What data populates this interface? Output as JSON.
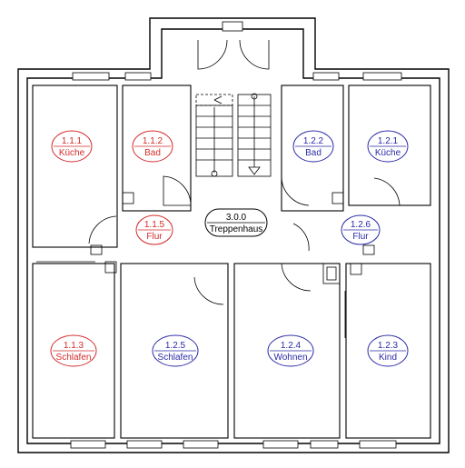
{
  "colors": {
    "apartment_1": "#d42a2a",
    "apartment_2": "#2a2aa8",
    "common": "#000000"
  },
  "rooms": [
    {
      "id": "1.1.1",
      "name": "Küche",
      "group": "apartment_1"
    },
    {
      "id": "1.1.2",
      "name": "Bad",
      "group": "apartment_1"
    },
    {
      "id": "1.1.5",
      "name": "Flur",
      "group": "apartment_1"
    },
    {
      "id": "1.1.3",
      "name": "Schlafen",
      "group": "apartment_1"
    },
    {
      "id": "1.2.2",
      "name": "Bad",
      "group": "apartment_2"
    },
    {
      "id": "1.2.1",
      "name": "Küche",
      "group": "apartment_2"
    },
    {
      "id": "1.2.6",
      "name": "Flur",
      "group": "apartment_2"
    },
    {
      "id": "1.2.5",
      "name": "Schlafen",
      "group": "apartment_2"
    },
    {
      "id": "1.2.4",
      "name": "Wohnen",
      "group": "apartment_2"
    },
    {
      "id": "1.2.3",
      "name": "Kind",
      "group": "apartment_2"
    },
    {
      "id": "3.0.0",
      "name": "Treppenhaus",
      "group": "common"
    }
  ]
}
